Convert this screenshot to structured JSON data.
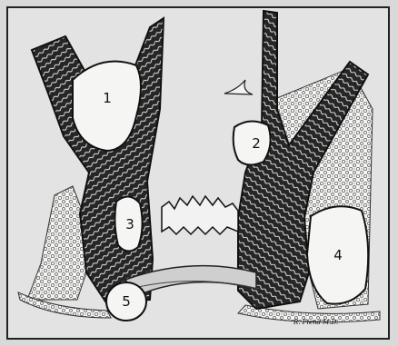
{
  "labels": {
    "cyst1": "1",
    "cyst2": "2",
    "cyst3": "3",
    "cyst4": "4",
    "cyst5": "5"
  },
  "signature": "R. Fiend M.D."
}
